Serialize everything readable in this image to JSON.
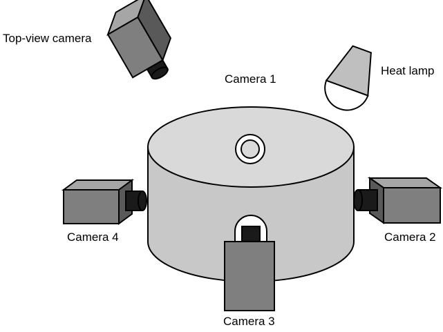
{
  "labels": {
    "top_view_camera": "Top-view camera",
    "heat_lamp": "Heat lamp",
    "camera_1": "Camera 1",
    "camera_2": "Camera 2",
    "camera_3": "Camera 3",
    "camera_4": "Camera 4"
  },
  "colors": {
    "arena_top": "#d9d9d9",
    "arena_side": "#c8c8c8",
    "camera_body": "#7f7f7f",
    "camera_face": "#a6a6a6",
    "camera_side": "#595959",
    "lens": "#1a1a1a",
    "lamp_shade": "#bfbfbf",
    "outline": "#000000"
  },
  "icons": {
    "cameras": "camera-icon",
    "lamp": "heat-lamp-icon",
    "arena": "cylinder-arena"
  }
}
